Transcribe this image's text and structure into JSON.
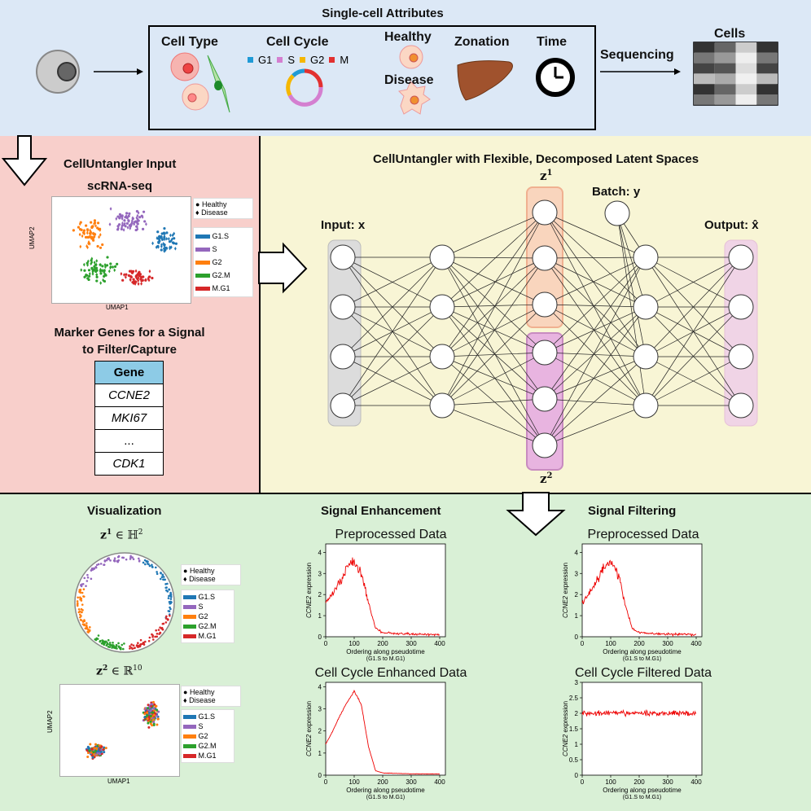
{
  "top": {
    "title": "Single-cell Attributes",
    "cell_type": "Cell Type",
    "cell_cycle": "Cell Cycle",
    "phases": [
      "G1",
      "S",
      "G2",
      "M"
    ],
    "phase_colors": {
      "G1": "#1f9ad6",
      "S": "#d47fd0",
      "G2": "#f5b700",
      "M": "#e23030"
    },
    "healthy": "Healthy",
    "disease": "Disease",
    "zonation": "Zonation",
    "time": "Time",
    "sequencing": "Sequencing",
    "cells": "Cells"
  },
  "left": {
    "input_title": "CellUntangler Input",
    "scrnaseq": "scRNA-seq",
    "umap2": "UMAP2",
    "umap1": "UMAP1",
    "legend_shape": [
      "Healthy",
      "Disease"
    ],
    "legend_phase": [
      "G1.S",
      "S",
      "G2",
      "G2.M",
      "M.G1"
    ],
    "marker_title_1": "Marker Genes for a Signal",
    "marker_title_2": "to Filter/Capture",
    "gene_header": "Gene",
    "genes": [
      "CCNE2",
      "MKI67",
      "...",
      "CDK1"
    ]
  },
  "network": {
    "title": "CellUntangler with Flexible, Decomposed Latent Spaces",
    "input": "Input: x",
    "z1_base": "z",
    "z1_sup": "1",
    "z2_base": "z",
    "z2_sup": "2",
    "batch": "Batch: y",
    "output": "Output: x̂"
  },
  "bottom": {
    "visualization": "Visualization",
    "z1_space_base": "z",
    "z1_space_sup": "1",
    "z1_space_set": " ∈ ℍ",
    "z1_space_set_sup": "2",
    "z2_space_base": "z",
    "z2_space_sup": "2",
    "z2_space_set": " ∈ ℝ",
    "z2_space_set_sup": "10",
    "umap2": "UMAP2",
    "umap1": "UMAP1",
    "legend_shape": [
      "Healthy",
      "Disease"
    ],
    "legend_phase": [
      "G1.S",
      "S",
      "G2",
      "G2.M",
      "M.G1"
    ],
    "signal_enhancement": "Signal Enhancement",
    "signal_filtering": "Signal Filtering",
    "preprocessed": "Preprocessed Data",
    "enhanced": "Cell Cycle Enhanced Data",
    "filtered": "Cell Cycle Filtered Data",
    "ylabel_gene": "CCNE2",
    "ylabel_rest": " expression",
    "xlabel": "Ordering along pseudotime",
    "xlabel2": "(G1.S to M.G1)"
  },
  "legend_colors": {
    "G1.S": "#1f77b4",
    "S": "#9467bd",
    "G2": "#ff7f0e",
    "G2.M": "#2ca02c",
    "M.G1": "#d62728"
  },
  "chart_data": [
    {
      "type": "line",
      "title": "Preprocessed Data",
      "xlabel": "Ordering along pseudotime (G1.S to M.G1)",
      "ylabel": "CCNE2 expression",
      "x": [
        0,
        25,
        50,
        75,
        100,
        125,
        150,
        175,
        200,
        250,
        300,
        350,
        400
      ],
      "y": [
        1.6,
        2.1,
        2.6,
        3.3,
        3.6,
        3.0,
        1.6,
        0.4,
        0.2,
        0.15,
        0.12,
        0.12,
        0.1
      ],
      "xlim": [
        0,
        420
      ],
      "ylim": [
        0,
        4.4
      ],
      "xticks": [
        0,
        100,
        200,
        300,
        400
      ],
      "yticks": [
        0,
        1,
        2,
        3,
        4
      ]
    },
    {
      "type": "line",
      "title": "Cell Cycle Enhanced Data",
      "xlabel": "Ordering along pseudotime (G1.S to M.G1)",
      "ylabel": "CCNE2 expression",
      "x": [
        0,
        25,
        50,
        75,
        100,
        125,
        150,
        175,
        200,
        250,
        300,
        350,
        400
      ],
      "y": [
        1.4,
        2.0,
        2.7,
        3.3,
        3.8,
        3.2,
        1.3,
        0.2,
        0.1,
        0.08,
        0.06,
        0.06,
        0.05
      ],
      "xlim": [
        0,
        420
      ],
      "ylim": [
        0,
        4.2
      ],
      "xticks": [
        0,
        100,
        200,
        300,
        400
      ],
      "yticks": [
        0,
        1,
        2,
        3,
        4
      ]
    },
    {
      "type": "line",
      "title": "Preprocessed Data",
      "xlabel": "Ordering along pseudotime (G1.S to M.G1)",
      "ylabel": "CCNE2 expression",
      "x": [
        0,
        25,
        50,
        75,
        100,
        125,
        150,
        175,
        200,
        250,
        300,
        350,
        400
      ],
      "y": [
        1.6,
        2.1,
        2.6,
        3.3,
        3.6,
        3.0,
        1.6,
        0.4,
        0.2,
        0.15,
        0.12,
        0.12,
        0.1
      ],
      "xlim": [
        0,
        420
      ],
      "ylim": [
        0,
        4.4
      ],
      "xticks": [
        0,
        100,
        200,
        300,
        400
      ],
      "yticks": [
        0,
        1,
        2,
        3,
        4
      ]
    },
    {
      "type": "line",
      "title": "Cell Cycle Filtered Data",
      "xlabel": "Ordering along pseudotime (G1.S to M.G1)",
      "ylabel": "CCNE2 expression",
      "x": [
        0,
        100,
        200,
        300,
        400
      ],
      "y": [
        2.0,
        2.0,
        2.0,
        2.0,
        2.0
      ],
      "xlim": [
        0,
        420
      ],
      "ylim": [
        0,
        3.0
      ],
      "xticks": [
        0,
        100,
        200,
        300,
        400
      ],
      "yticks": [
        0,
        0.5,
        1,
        1.5,
        2,
        2.5,
        3
      ]
    }
  ]
}
